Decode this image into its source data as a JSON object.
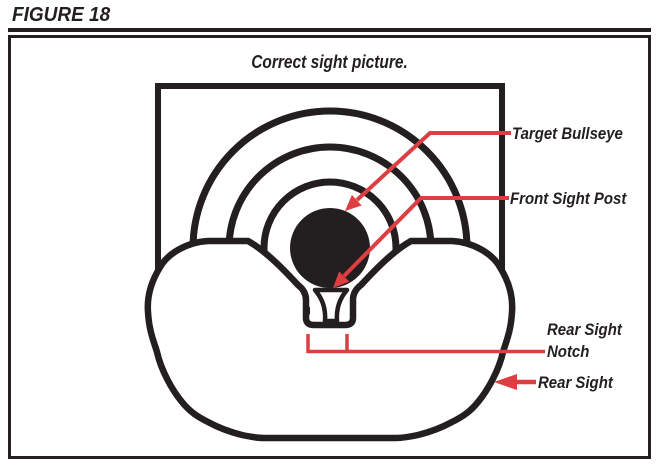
{
  "figure": {
    "title": "FIGURE 18",
    "caption": "Correct sight picture."
  },
  "labels": {
    "target_bullseye": "Target Bullseye",
    "front_sight_post": "Front Sight Post",
    "rear_sight_notch_line1": "Rear Sight",
    "rear_sight_notch_line2": "Notch",
    "rear_sight": "Rear Sight"
  },
  "colors": {
    "ink": "#231f20",
    "annotation_red": "#dc3e42",
    "background": "#ffffff"
  }
}
